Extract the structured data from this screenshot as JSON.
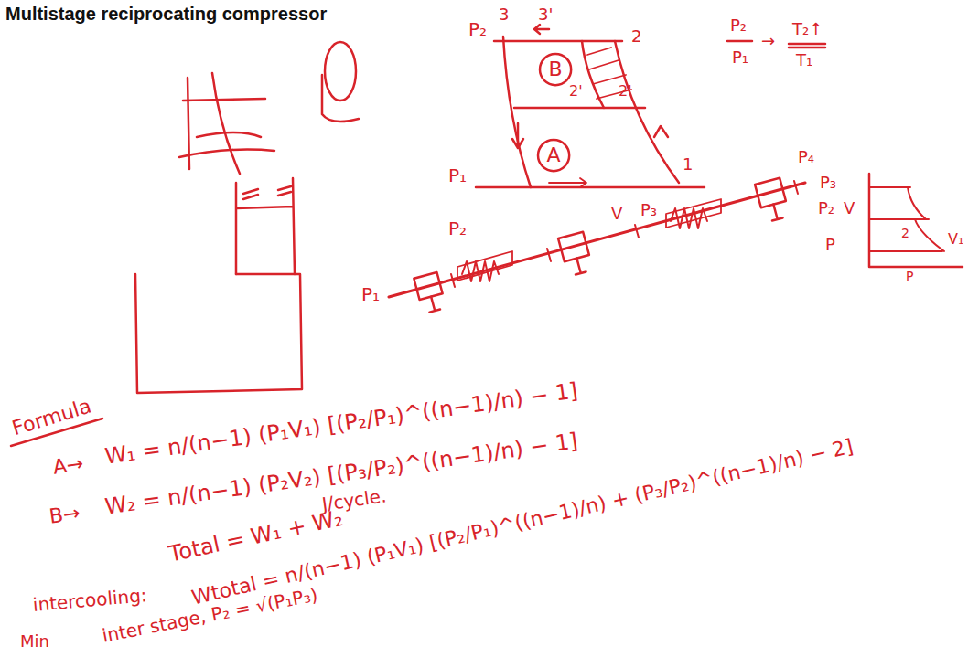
{
  "diagram": {
    "title": "Multistage reciprocating compressor",
    "nodes": [
      {
        "text": [
          "B"
        ]
      },
      {
        "text": [
          "A"
        ]
      }
    ],
    "labels": [
      "P₂",
      "3",
      "3'",
      "2",
      "2'",
      "2'",
      "P₁",
      "1",
      "P₂",
      "P₁",
      "→",
      "T₂↑",
      "T₁",
      "P₁",
      "P₂",
      "V",
      "P₃",
      "P₄",
      "P₃",
      "P₂",
      "V",
      "P",
      "V₁",
      "P",
      "2",
      "Formula",
      "A→",
      "W₁ = n/(n−1) (P₁V₁) [(P₂/P₁)^((n−1)/n) − 1]",
      "B→",
      "W₂ = n/(n−1) (P₂V₂) [(P₃/P₂)^((n−1)/n) − 1]",
      "J/cycle.",
      "Total = W₁ + W₂",
      "intercooling:",
      "Wtotal = n/(n−1) (P₁V₁) [(P₂/P₁)^((n−1)/n) + (P₃/P₂)^((n−1)/n) − 2]",
      "inter stage, P₂ = √(P₁P₃)",
      "Min"
    ]
  }
}
